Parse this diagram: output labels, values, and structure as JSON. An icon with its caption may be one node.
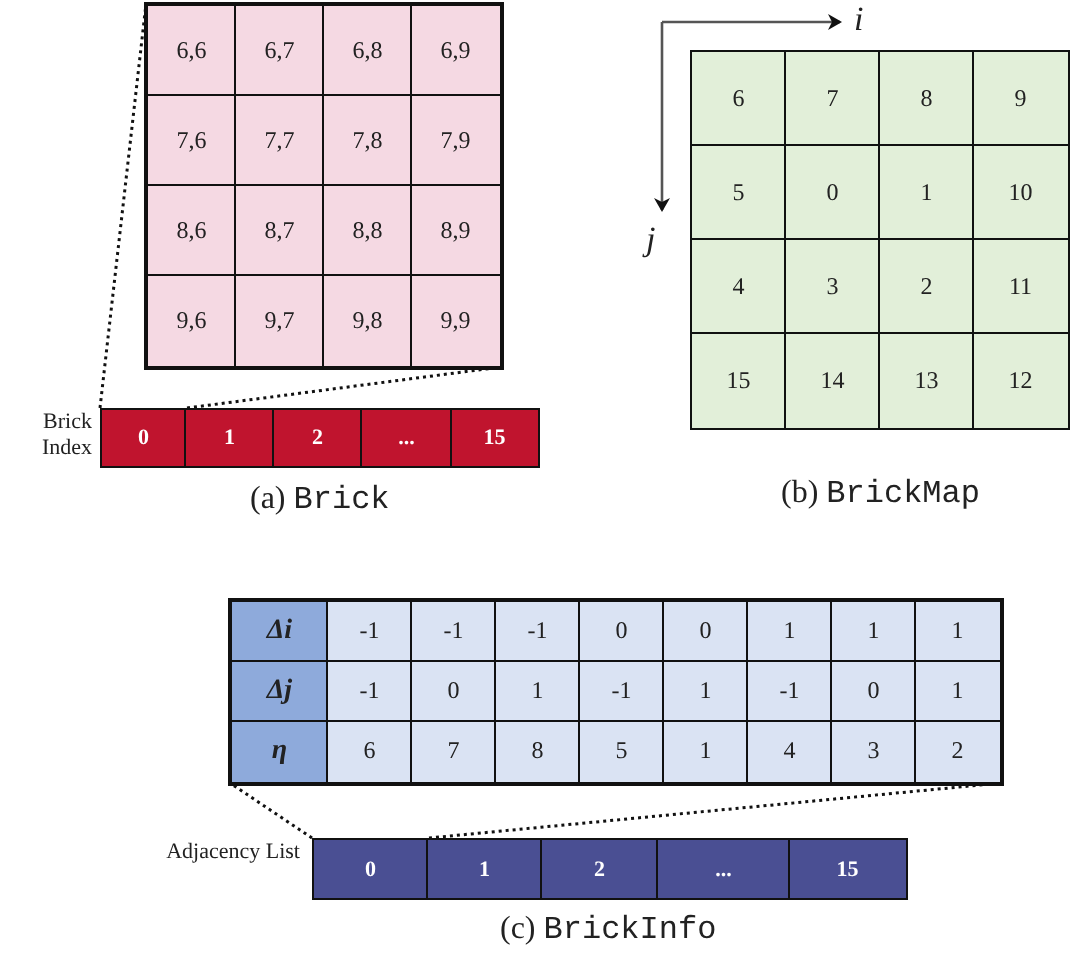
{
  "diagram": {
    "nodes": [
      {
        "text": [],
        "shape": "box"
      },
      {
        "text": [
          "0"
        ]
      },
      {
        "text": [],
        "shape": "box"
      },
      {
        "text": [
          "0"
        ]
      }
    ],
    "edges": [
      {
        "from": 1,
        "to": 0,
        "arrow": "none",
        "style": "dashed"
      },
      {
        "from": 1,
        "to": 0,
        "arrow": "none",
        "style": "dashed"
      },
      {
        "from": 3,
        "to": 2,
        "arrow": "none",
        "style": "dashed"
      },
      {
        "from": 3,
        "to": 2,
        "arrow": "none",
        "style": "dashed"
      }
    ],
    "labels": [
      "6,6",
      "6,7",
      "6,8",
      "6,9",
      "7,6",
      "7,7",
      "7,8",
      "7,9",
      "8,6",
      "8,7",
      "8,8",
      "8,9",
      "9,6",
      "9,7",
      "9,8",
      "9,9",
      "Brick Index",
      "1",
      "2",
      "...",
      "15",
      "(a) Brick",
      "i",
      "j",
      "6",
      "7",
      "8",
      "9",
      "5",
      "0",
      "1",
      "10",
      "4",
      "3",
      "2",
      "11",
      "15",
      "14",
      "13",
      "12",
      "(b) BrickMap",
      "Δi",
      "-1",
      "-1",
      "-1",
      "0",
      "0",
      "1",
      "1",
      "1",
      "Δj",
      "-1",
      "0",
      "1",
      "-1",
      "1",
      "-1",
      "0",
      "1",
      "η",
      "6",
      "7",
      "8",
      "5",
      "1",
      "4",
      "3",
      "2",
      "Adjacency List",
      "1",
      "2",
      "...",
      "15",
      "(c) BrickInfo"
    ]
  }
}
